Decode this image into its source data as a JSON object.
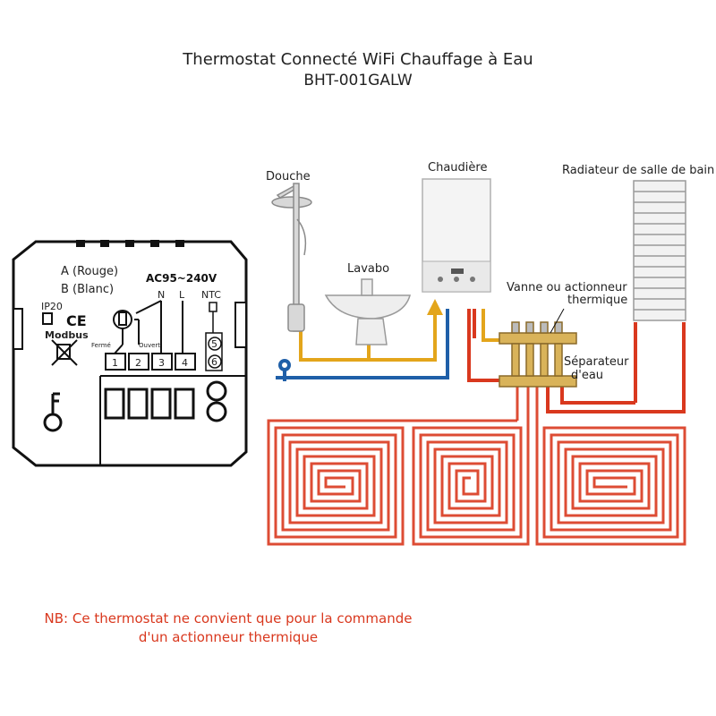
{
  "title": "Thermostat Connecté WiFi Chauffage à Eau",
  "model": "BHT-001GALW",
  "labels": {
    "douche": "Douche",
    "lavabo": "Lavabo",
    "chaudiere": "Chaudière",
    "radiateur": "Radiateur de salle de bain",
    "vanne_1": "Vanne ou actionneur",
    "vanne_2": "thermique",
    "separateur_1": "Séparateur",
    "separateur_2": "d'eau"
  },
  "thermostat": {
    "wire_a": "A (Rouge)",
    "wire_b": "B (Blanc)",
    "voltage": "AC95~240V",
    "n": "N",
    "l": "L",
    "ntc": "NTC",
    "ip": "IP20",
    "ce": "CE",
    "modbus": "Modbus",
    "ferme": "Fermé",
    "ouvert": "Ouvert",
    "terminals": [
      "1",
      "2",
      "3",
      "4"
    ],
    "ntc_terminals": [
      "5",
      "6"
    ]
  },
  "note": {
    "line1": "NB: Ce thermostat ne convient que pour la commande",
    "line2": "d'un actionneur thermique"
  },
  "colors": {
    "hot_pipe": "#d9381e",
    "cold_pipe": "#1f5fa8",
    "warm_pipe": "#e3a51b",
    "note_text": "#d9381e"
  }
}
